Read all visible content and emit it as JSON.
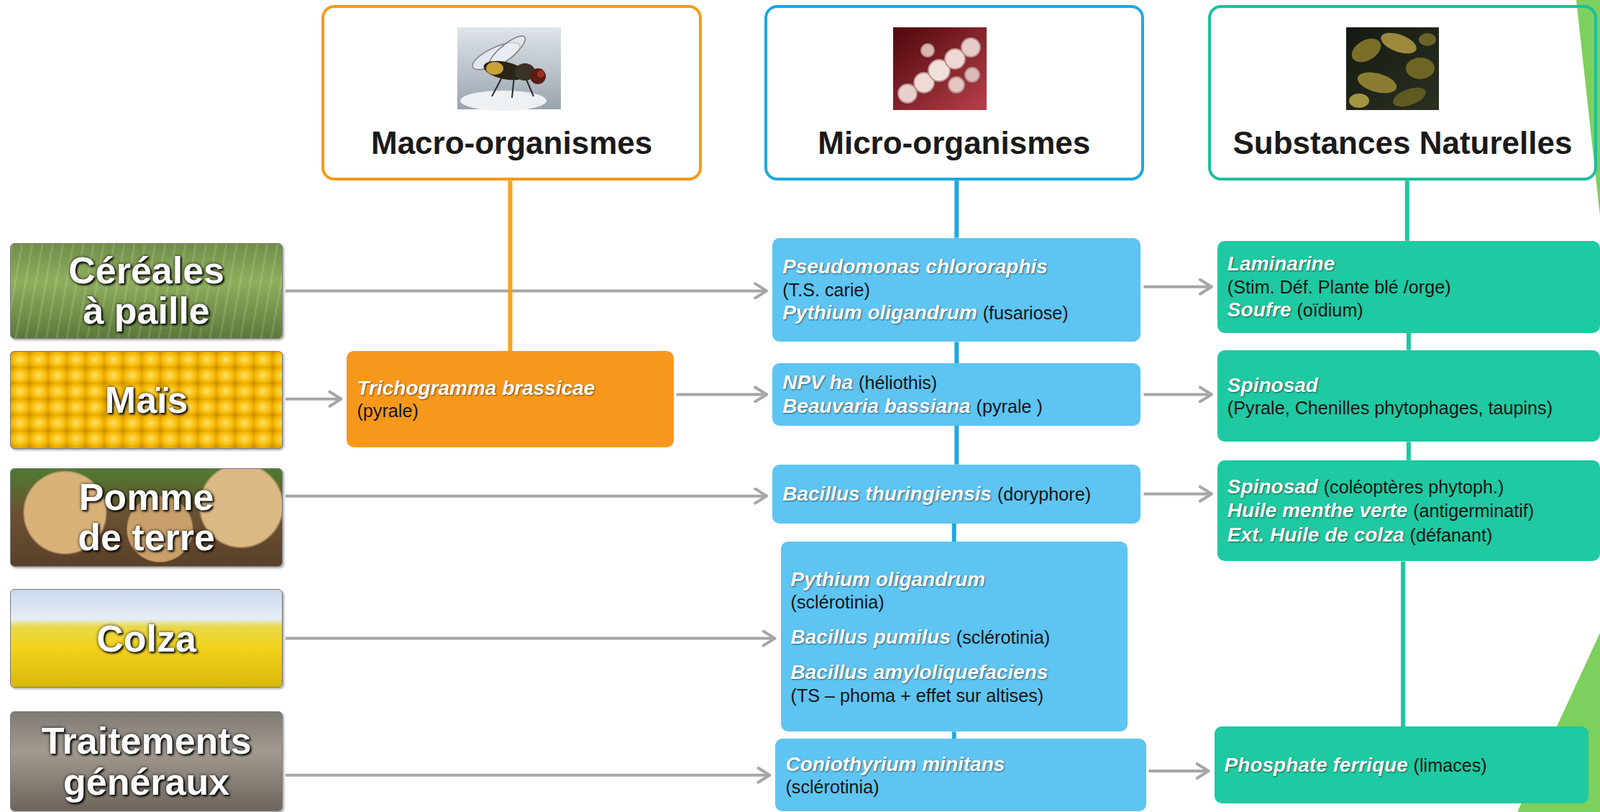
{
  "diagram": {
    "nodes": [
      {
        "text": [
          "Macro-organismes"
        ]
      },
      {
        "text": [
          "Micro-organismes"
        ]
      },
      {
        "text": [
          "Substances Naturelles"
        ]
      },
      {
        "text": [
          "Céréales à paille"
        ]
      },
      {
        "text": [
          "Pseudomonas chlororaphis",
          "(T.S. carie)",
          "Pythium oligandrum",
          "(fusariose)"
        ]
      },
      {
        "text": [
          "Laminarine",
          "(Stim. Déf. Plante blé /orge)",
          "Soufre",
          "(oïdium)"
        ]
      },
      {
        "text": [
          "Maïs"
        ]
      },
      {
        "text": [
          "Trichogramma brassicae",
          "(pyrale)"
        ]
      },
      {
        "text": [
          "NPV ha",
          "(héliothis)",
          "Beauvaria bassiana",
          "(pyrale )"
        ]
      },
      {
        "text": [
          "Spinosad",
          "(Pyrale, Chenilles phytophages, taupins)"
        ]
      },
      {
        "text": [
          "Pomme de terre"
        ]
      },
      {
        "text": [
          "Bacillus thuringiensis",
          "(doryphore)"
        ]
      },
      {
        "text": [
          "Spinosad",
          "(coléoptères phytoph.)",
          "Huile menthe verte",
          "(antigerminatif)",
          "Ext. Huile de colza",
          "(défanant)"
        ]
      },
      {
        "text": [
          "Colza"
        ]
      },
      {
        "text": [
          "Pythium oligandrum",
          "(sclérotinia)",
          "Bacillus pumilus",
          "(sclérotinia)",
          "Bacillus amyloliquefaciens",
          "(TS – phoma + effet sur altises)"
        ]
      },
      {
        "text": [
          "Traitements généraux"
        ]
      },
      {
        "text": [
          "Coniothyrium minitans",
          "(sclérotinia)"
        ]
      },
      {
        "text": [
          "Phosphate ferrique",
          "(limaces)"
        ]
      }
    ],
    "edges": [
      {
        "from": 3,
        "to": 4,
        "arrow": "to"
      },
      {
        "from": 4,
        "to": 5,
        "arrow": "to"
      },
      {
        "from": 6,
        "to": 7,
        "arrow": "to"
      },
      {
        "from": 7,
        "to": 8,
        "arrow": "to"
      },
      {
        "from": 8,
        "to": 9,
        "arrow": "to"
      },
      {
        "from": 10,
        "to": 11,
        "arrow": "to"
      },
      {
        "from": 11,
        "to": 12,
        "arrow": "to"
      },
      {
        "from": 13,
        "to": 14,
        "arrow": "to"
      },
      {
        "from": 15,
        "to": 16,
        "arrow": "to"
      },
      {
        "from": 16,
        "to": 17,
        "arrow": "to"
      },
      {
        "from": 0,
        "to": 7,
        "arrow": "none"
      },
      {
        "from": 1,
        "to": 4,
        "arrow": "none"
      },
      {
        "from": 4,
        "to": 8,
        "arrow": "none"
      },
      {
        "from": 8,
        "to": 11,
        "arrow": "none"
      },
      {
        "from": 11,
        "to": 14,
        "arrow": "none"
      },
      {
        "from": 14,
        "to": 16,
        "arrow": "none"
      },
      {
        "from": 2,
        "to": 5,
        "arrow": "none"
      },
      {
        "from": 5,
        "to": 9,
        "arrow": "none"
      },
      {
        "from": 9,
        "to": 12,
        "arrow": "none"
      },
      {
        "from": 12,
        "to": 17,
        "arrow": "none"
      }
    ]
  }
}
